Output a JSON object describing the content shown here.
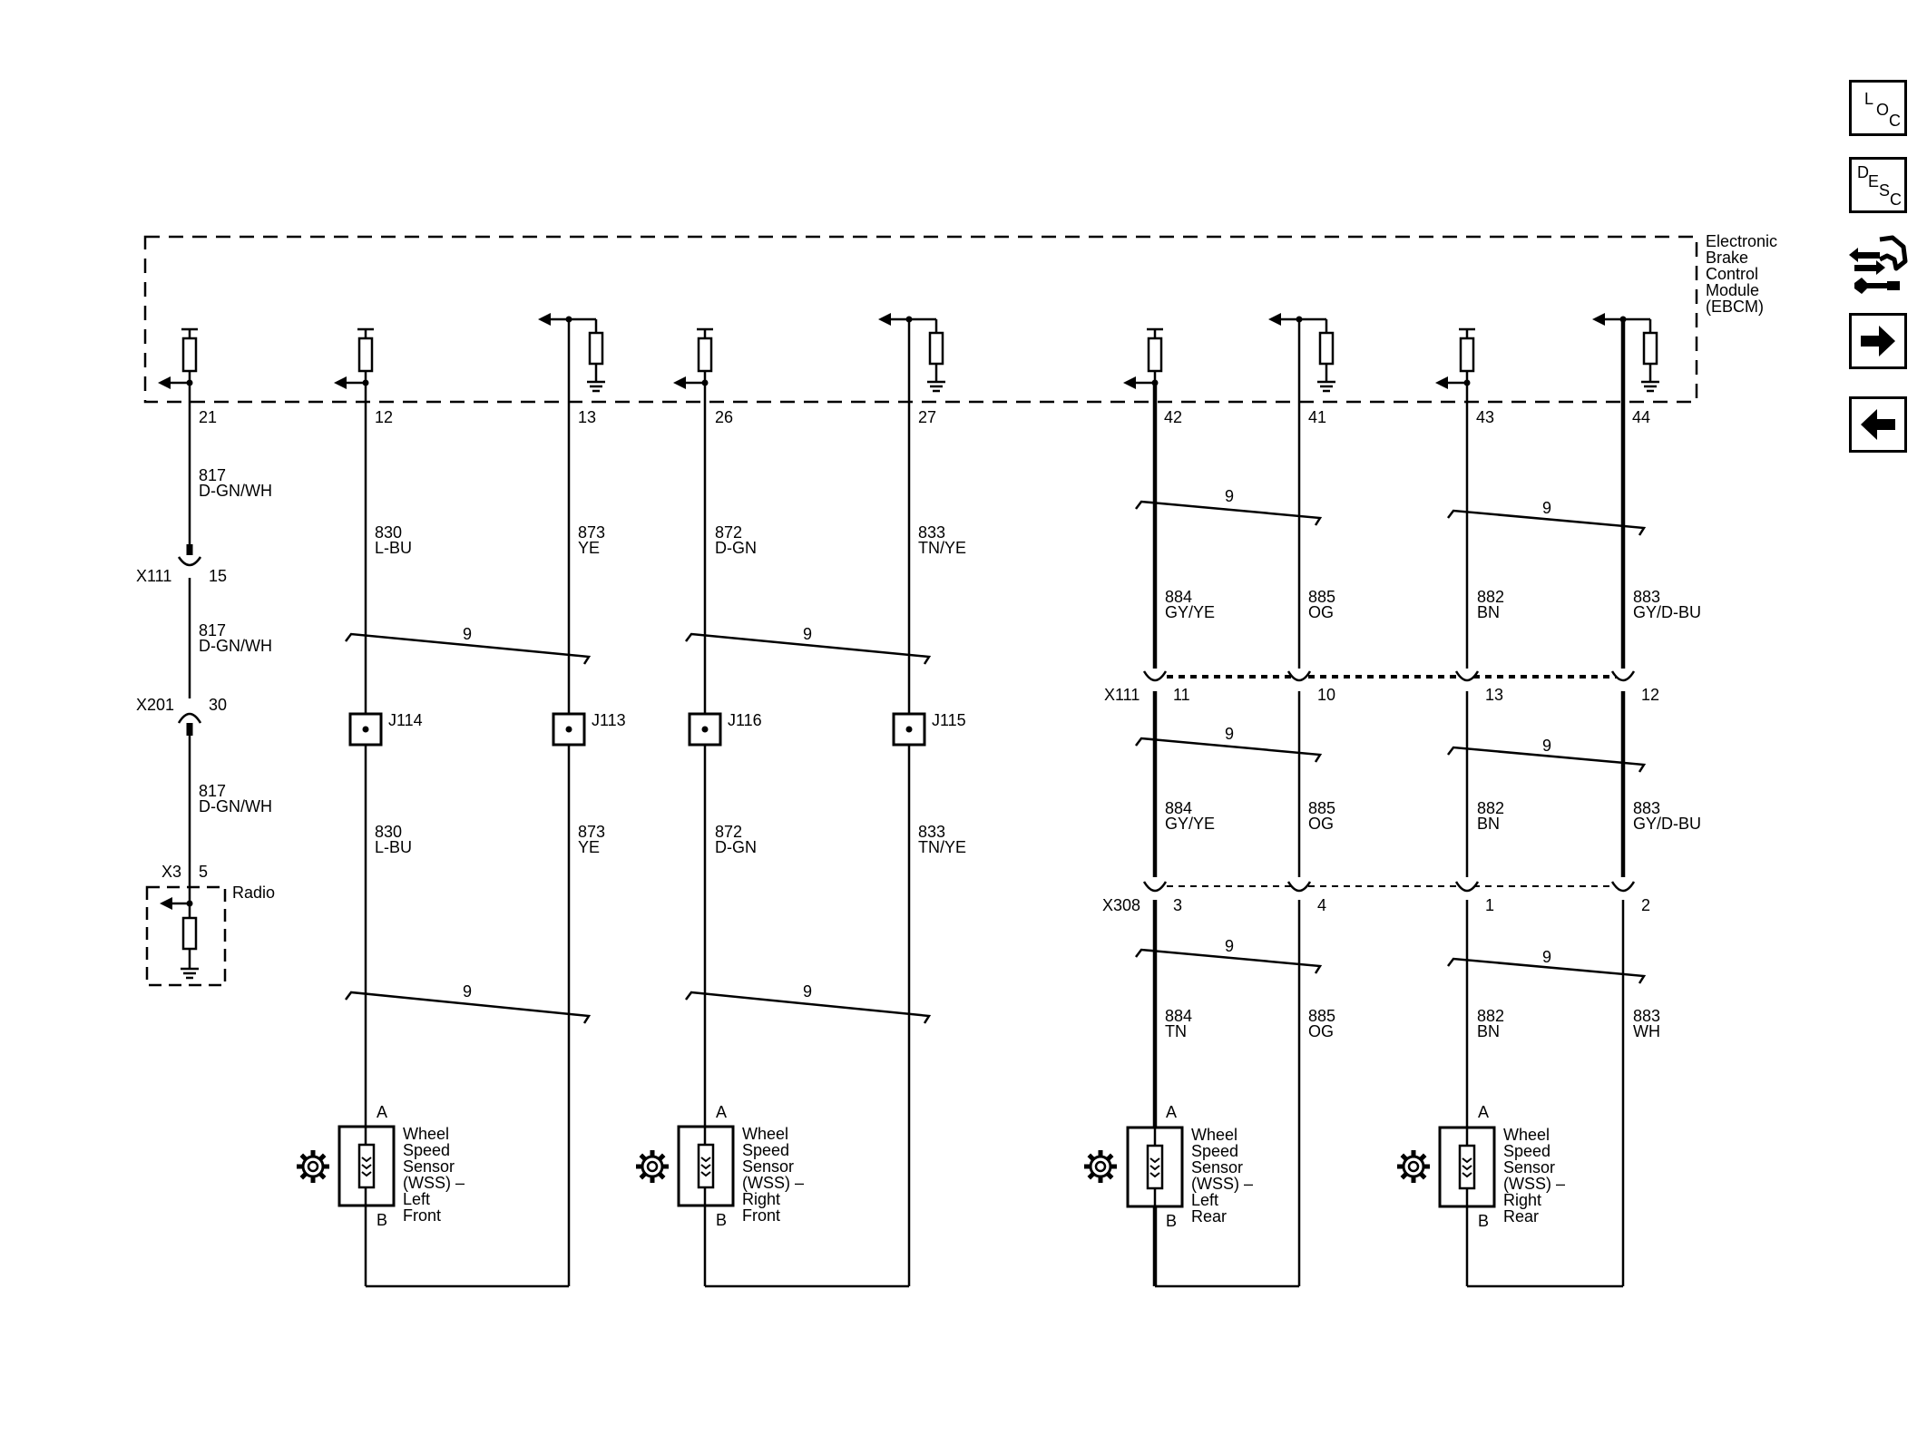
{
  "toolbar": {
    "loc": [
      "L",
      "O",
      "C"
    ],
    "desc": [
      "D",
      "E",
      "S",
      "C"
    ]
  },
  "module": {
    "name": [
      "Electronic",
      "Brake",
      "Control",
      "Module",
      "(EBCM)"
    ],
    "pins": [
      "21",
      "12",
      "13",
      "26",
      "27",
      "42",
      "41",
      "43",
      "44"
    ]
  },
  "circuits": {
    "c817": [
      "817",
      "D-GN/WH"
    ],
    "c830": [
      "830",
      "L-BU"
    ],
    "c873": [
      "873",
      "YE"
    ],
    "c872": [
      "872",
      "D-GN"
    ],
    "c833": [
      "833",
      "TN/YE"
    ],
    "c884a": [
      "884",
      "GY/YE"
    ],
    "c885a": [
      "885",
      "OG"
    ],
    "c882a": [
      "882",
      "BN"
    ],
    "c883a": [
      "883",
      "GY/D-BU"
    ],
    "c884c": [
      "884",
      "TN"
    ],
    "c885c": [
      "885",
      "OG"
    ],
    "c882c": [
      "882",
      "BN"
    ],
    "c883c": [
      "883",
      "WH"
    ]
  },
  "connectors": {
    "x111_left": {
      "name": "X111",
      "pin": "15"
    },
    "x201": {
      "name": "X201",
      "pin": "30"
    },
    "x3": {
      "name": "X3",
      "pin": "5"
    },
    "x111_right": {
      "name": "X111",
      "pins": [
        "11",
        "10",
        "13",
        "12"
      ]
    },
    "x308": {
      "name": "X308",
      "pins": [
        "3",
        "4",
        "1",
        "2"
      ]
    }
  },
  "radio": "Radio",
  "twist": "9",
  "splices": [
    "J114",
    "J113",
    "J116",
    "J115"
  ],
  "sensor_pins": {
    "a": "A",
    "b": "B"
  },
  "sensors": {
    "lf": [
      "Wheel",
      "Speed",
      "Sensor",
      "(WSS) –",
      "Left",
      "Front"
    ],
    "rf": [
      "Wheel",
      "Speed",
      "Sensor",
      "(WSS) –",
      "Right",
      "Front"
    ],
    "lr": [
      "Wheel",
      "Speed",
      "Sensor",
      "(WSS) –",
      "Left",
      "Rear"
    ],
    "rr": [
      "Wheel",
      "Speed",
      "Sensor",
      "(WSS) –",
      "Right",
      "Rear"
    ]
  },
  "icons": [
    "loc-button",
    "desc-button",
    "harness-routing-icon",
    "next-page-arrow-icon",
    "previous-page-arrow-icon",
    "gear-icon",
    "resistor-icon",
    "ground-icon",
    "arrow-icon"
  ]
}
